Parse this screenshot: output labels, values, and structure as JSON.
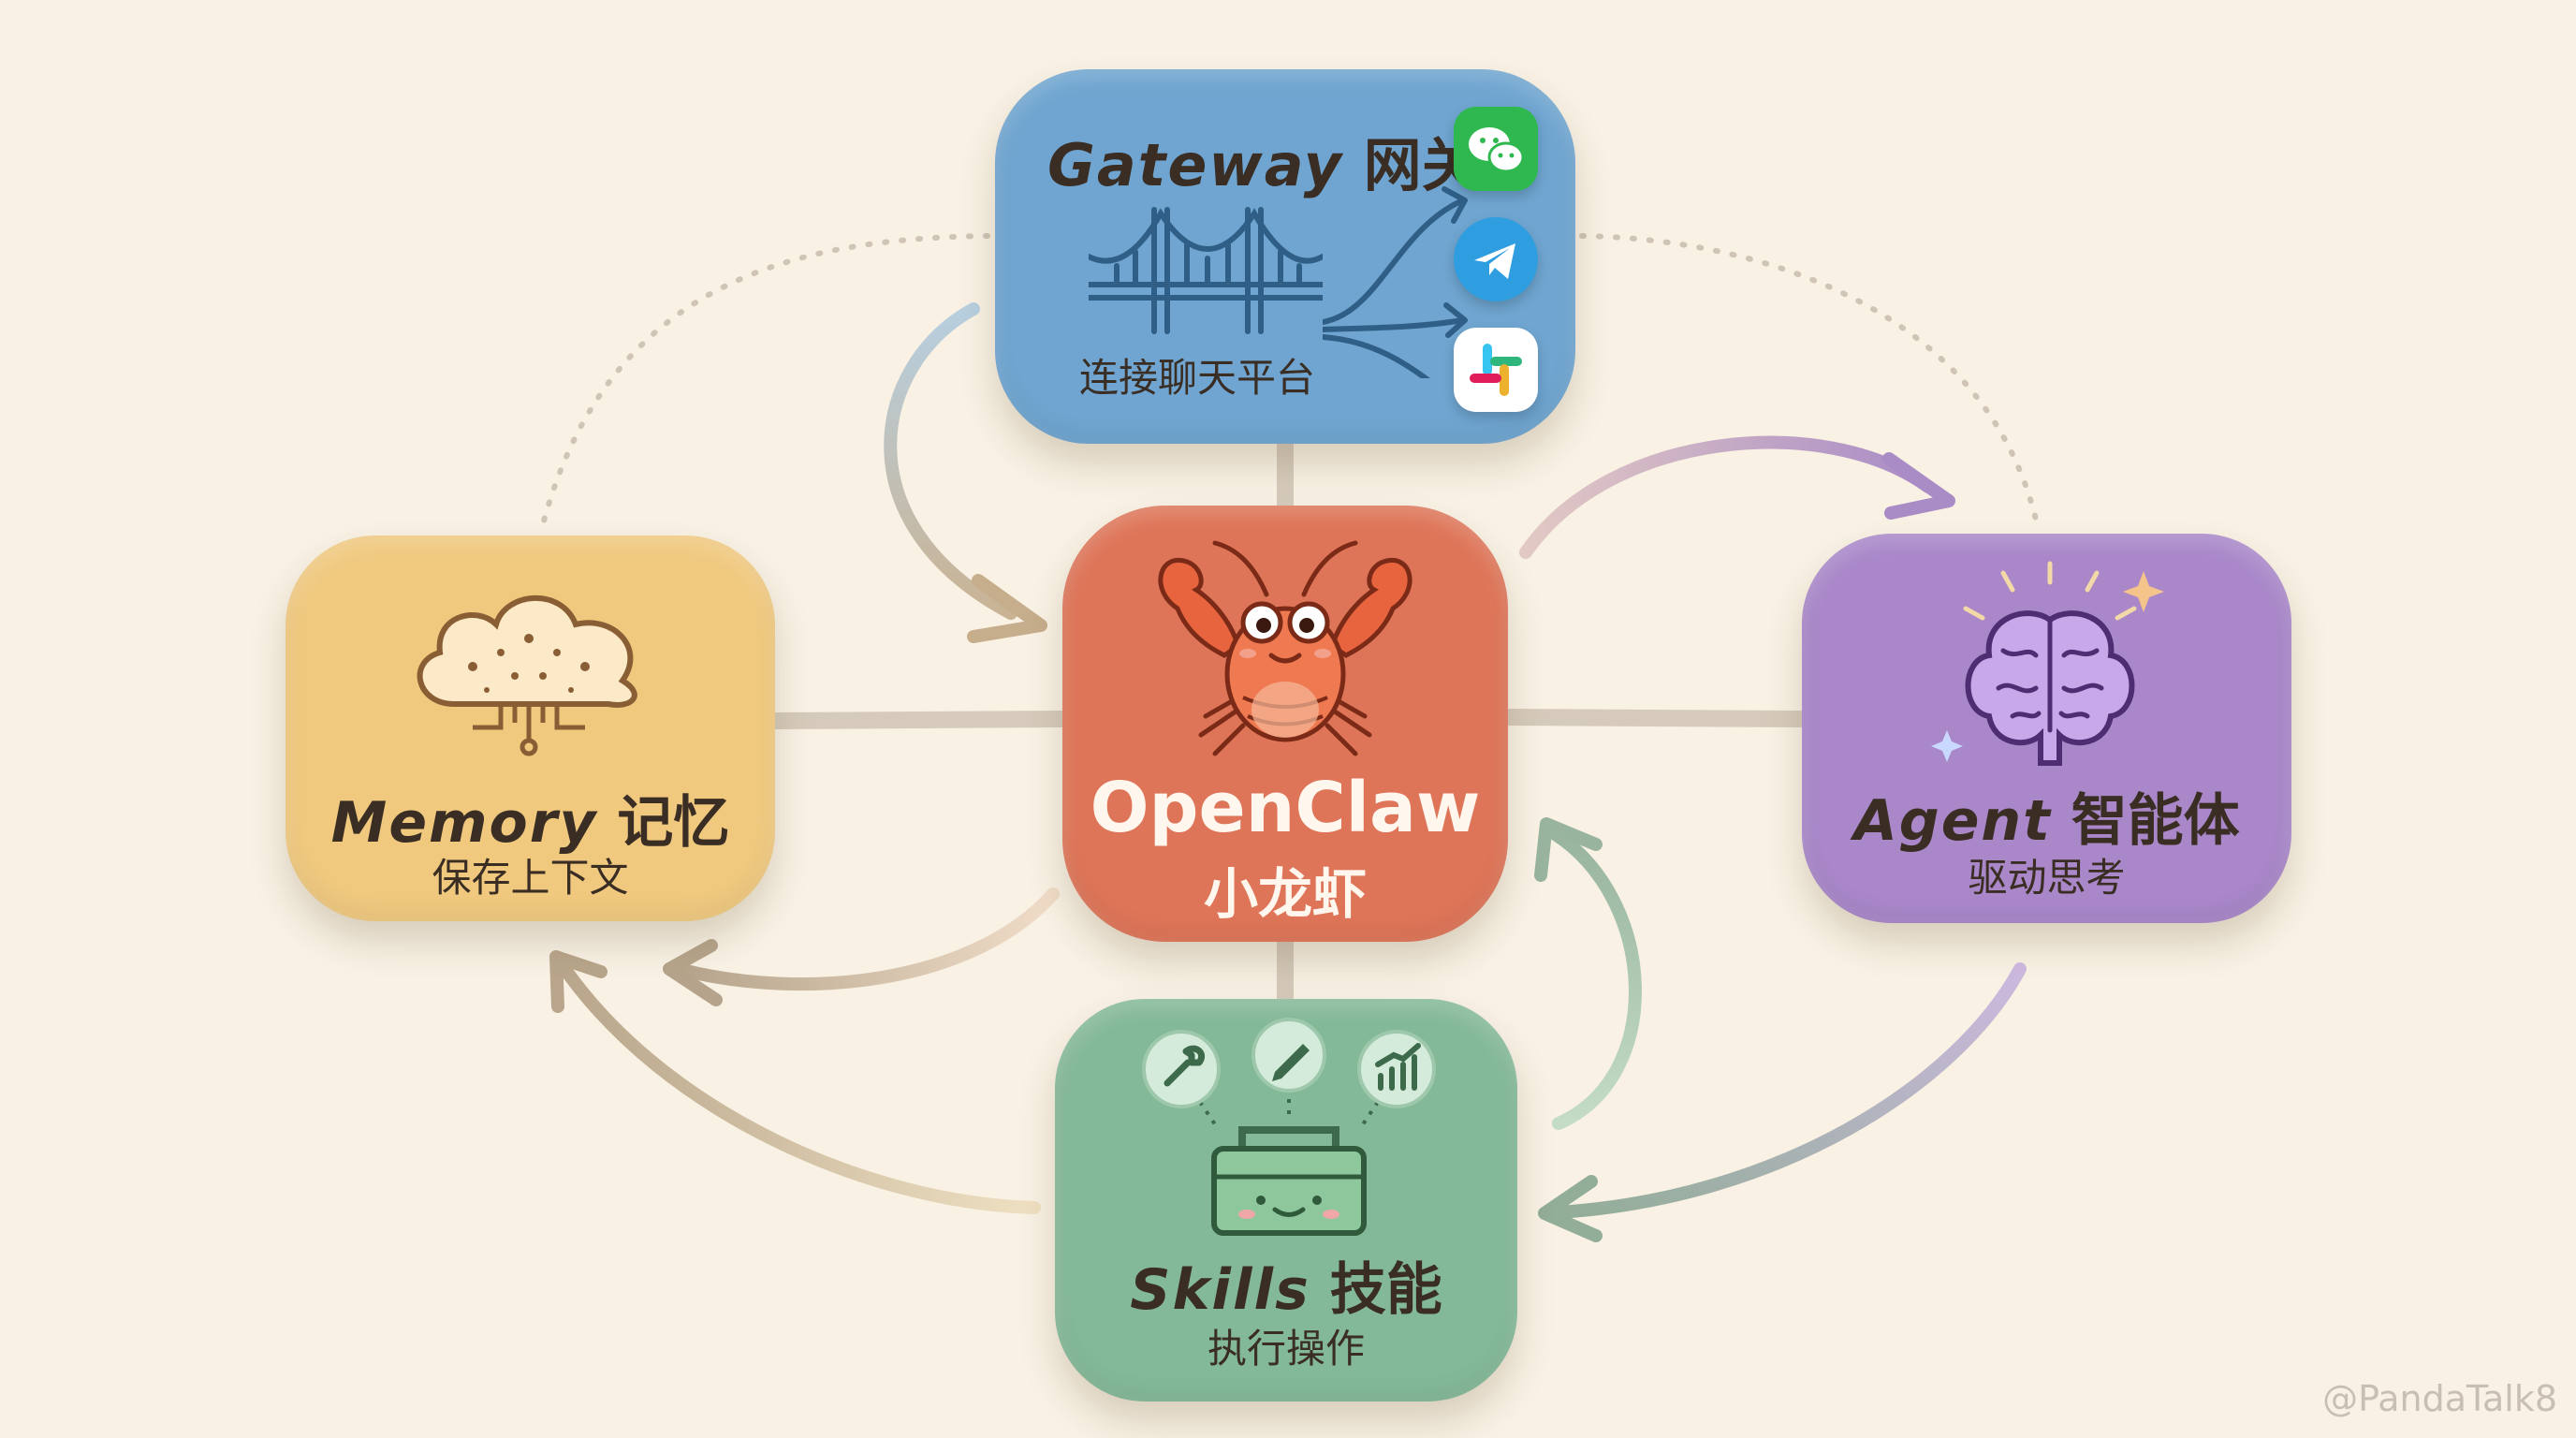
{
  "gateway": {
    "title_en": "Gateway",
    "title_zh": "网关",
    "subtitle": "连接聊天平台"
  },
  "memory": {
    "title_en": "Memory",
    "title_zh": "记忆",
    "subtitle": "保存上下文"
  },
  "openclaw": {
    "title_en": "OpenClaw",
    "title_zh": "小龙虾"
  },
  "agent": {
    "title_en": "Agent",
    "title_zh": "智能体",
    "subtitle": "驱动思考"
  },
  "skills": {
    "title_en": "Skills",
    "title_zh": "技能",
    "subtitle": "执行操作"
  },
  "platforms": [
    {
      "icon": "wechat-icon",
      "color": "#2fb84f"
    },
    {
      "icon": "telegram-icon",
      "color": "#2f9ee0"
    },
    {
      "icon": "slack-icon",
      "color": "#ffffff"
    }
  ],
  "watermark": "@PandaTalk8",
  "colors": {
    "background": "#f8f1e4",
    "gateway": "#6fa5d0",
    "memory": "#f0c97f",
    "openclaw": "#de7558",
    "agent": "#a987c9",
    "skills": "#84b997"
  }
}
